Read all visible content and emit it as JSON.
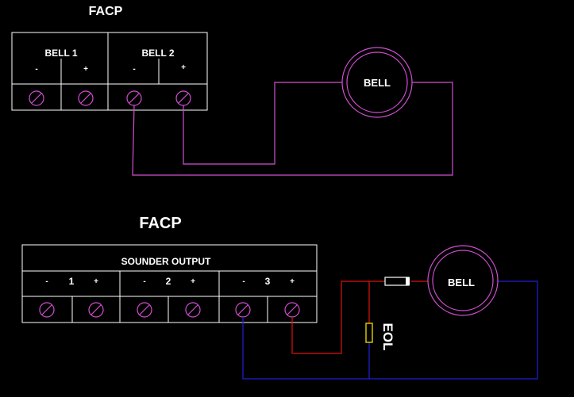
{
  "colors": {
    "background": "#000000",
    "outline": "#ffffff",
    "terminal": "#d24fd2",
    "wire_magenta": "#d24fd2",
    "wire_red": "#e01010",
    "wire_blue": "#2020d8",
    "eol": "#e0d000"
  },
  "top_panel": {
    "title": "FACP",
    "bell1_label": "BELL 1",
    "bell2_label": "BELL 2",
    "minus": "-",
    "plus": "+",
    "device_label": "BELL"
  },
  "bottom_panel": {
    "title": "FACP",
    "header": "SOUNDER OUTPUT",
    "channels": [
      "1",
      "2",
      "3"
    ],
    "minus": "-",
    "plus": "+",
    "device_label": "BELL",
    "eol_label": "EOL"
  },
  "icons": {
    "terminal": "screw-terminal-icon",
    "bell": "bell-device-icon",
    "diode": "diode-icon",
    "resistor": "resistor-icon"
  }
}
